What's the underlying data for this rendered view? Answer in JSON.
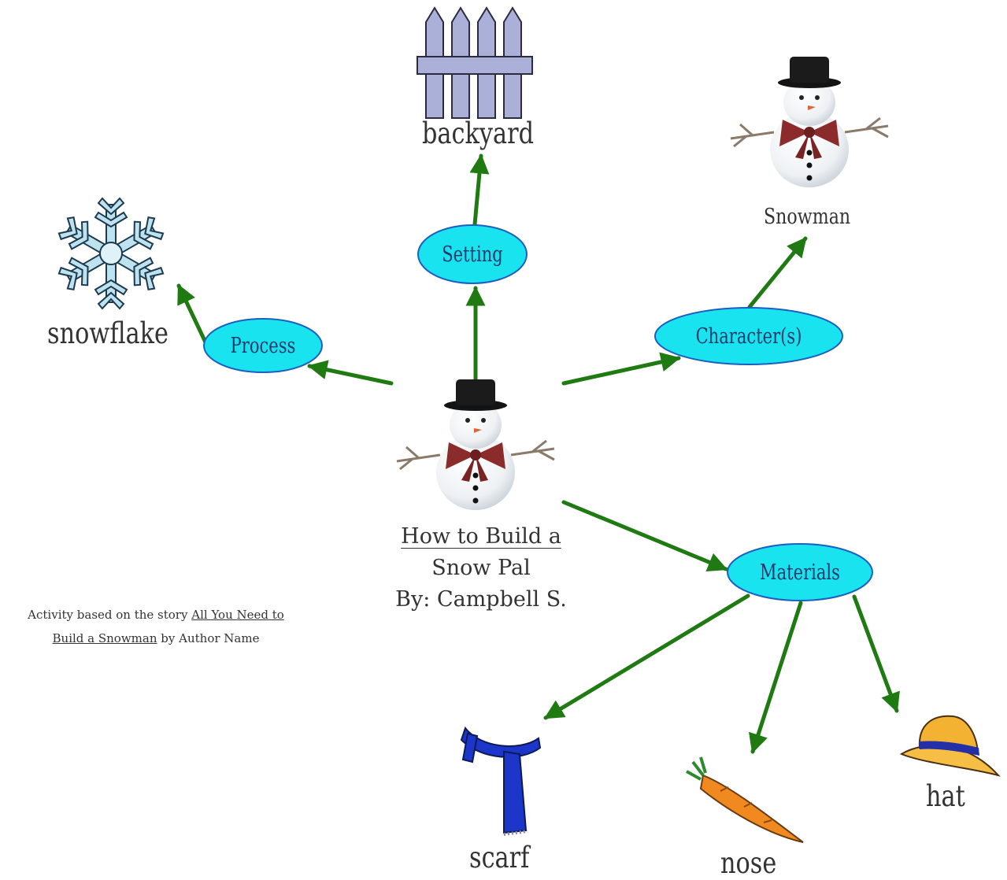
{
  "colors": {
    "arrow": "#1f7a12",
    "node_fill": "#19e3ef",
    "node_stroke": "#1c5fc0",
    "node_text": "#1a3a6a"
  },
  "center": {
    "title_line1": "How to Build a",
    "title_line2": "Snow Pal",
    "byline": "By: Campbell S.",
    "icon": "snowman-icon"
  },
  "nodes": {
    "setting": "Setting",
    "process": "Process",
    "characters": "Character(s)",
    "materials": "Materials"
  },
  "leaves": {
    "backyard": {
      "label": "backyard",
      "icon": "fence-icon"
    },
    "snowflake": {
      "label": "snowflake",
      "icon": "snowflake-icon"
    },
    "snowman": {
      "label": "Snowman",
      "icon": "snowman-icon"
    },
    "scarf": {
      "label": "scarf",
      "icon": "scarf-icon"
    },
    "nose": {
      "label": "nose",
      "icon": "carrot-icon"
    },
    "hat": {
      "label": "hat",
      "icon": "hat-icon"
    }
  },
  "credit": {
    "prefix": "Activity based on the story",
    "story_part1": "All You Need to",
    "story_part2": "Build a Snowman",
    "suffix": "by Author Name"
  }
}
